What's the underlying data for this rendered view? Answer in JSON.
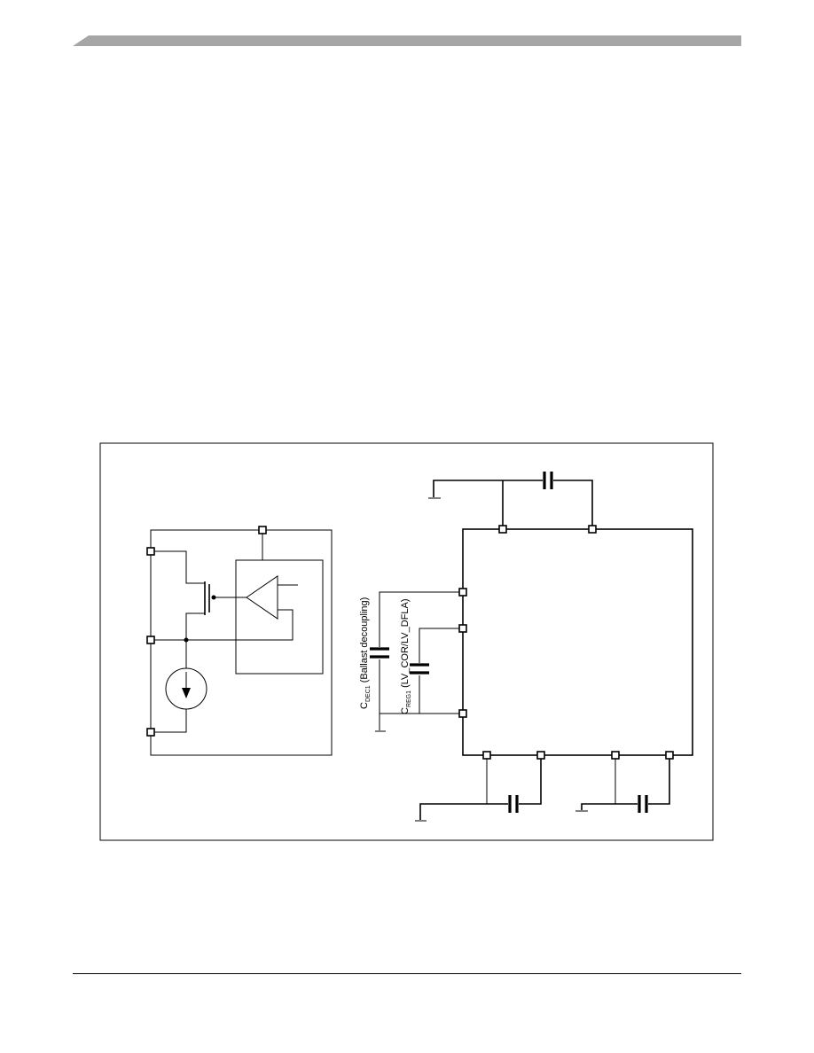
{
  "header": {
    "bar_color": "#a6a6a6"
  },
  "figure": {
    "caps": {
      "cdec1_main": "C",
      "cdec1_sub": "DEC1",
      "cdec1_note": " (Ballast decoupling)",
      "creg1_main": "C",
      "creg1_sub": "REG1",
      "creg1_note": " (LV_COR/LV_DFLA)"
    }
  }
}
